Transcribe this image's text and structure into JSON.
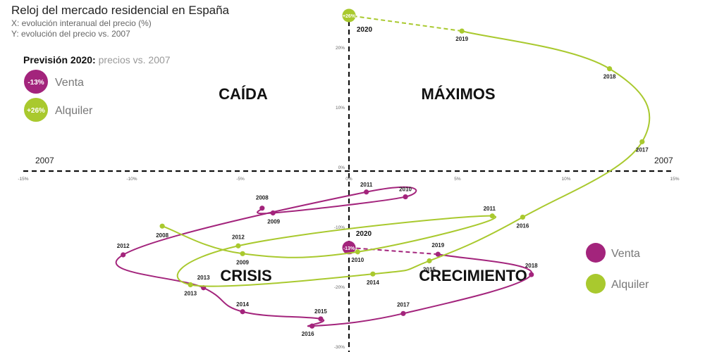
{
  "header": {
    "title": "Reloj del mercado residencial en España",
    "xaxis_desc": "X: evolución interanual del precio (%)",
    "yaxis_desc": "Y: evolución del precio vs. 2007"
  },
  "forecast": {
    "title": "Previsión 2020:",
    "subtitle": "precios vs. 2007",
    "items": [
      {
        "badge": "-13%",
        "label": "Venta",
        "color": "#a3247c"
      },
      {
        "badge": "+26%",
        "label": "Alquiler",
        "color": "#a9c92e"
      }
    ]
  },
  "legend": [
    {
      "label": "Venta",
      "color": "#a3247c"
    },
    {
      "label": "Alquiler",
      "color": "#a9c92e"
    }
  ],
  "quadrants": [
    "CAÍDA",
    "MÁXIMOS",
    "CRISIS",
    "CRECIMIENTO"
  ],
  "chart_data": {
    "type": "scatter",
    "connected": true,
    "xlabel": "evolución interanual del precio (%)",
    "ylabel": "evolución del precio vs. 2007",
    "xlim": [
      -15,
      15
    ],
    "ylim": [
      -30,
      30
    ],
    "x_ticks": [
      "-15%",
      "-10%",
      "-5%",
      "0%",
      "5%",
      "10%",
      "15%"
    ],
    "x_tick_values": [
      -15,
      -10,
      -5,
      0,
      5,
      10,
      15
    ],
    "y_ticks": [
      "-30%",
      "-20%",
      "-10%",
      "0%",
      "10%",
      "20%"
    ],
    "y_tick_values": [
      -30,
      -20,
      -10,
      0,
      10,
      20
    ],
    "baseline_labels": [
      "2007",
      "2007"
    ],
    "forecast_year": "2020",
    "series": [
      {
        "name": "Venta",
        "color": "#a3247c",
        "badge": "-13%",
        "points": [
          {
            "year": "2008",
            "x": -4.0,
            "y": -6.2
          },
          {
            "year": "2009",
            "x": -3.5,
            "y": -7.0
          },
          {
            "year": "2010",
            "x": 2.6,
            "y": -4.3
          },
          {
            "year": "2011",
            "x": 0.8,
            "y": -3.5
          },
          {
            "year": "2012",
            "x": -10.4,
            "y": -14.0
          },
          {
            "year": "2013",
            "x": -6.7,
            "y": -19.5
          },
          {
            "year": "2014",
            "x": -4.9,
            "y": -23.5
          },
          {
            "year": "2015",
            "x": -1.3,
            "y": -24.7
          },
          {
            "year": "2016",
            "x": -1.7,
            "y": -25.9
          },
          {
            "year": "2017",
            "x": 2.5,
            "y": -23.8
          },
          {
            "year": "2018",
            "x": 8.4,
            "y": -17.3
          },
          {
            "year": "2019",
            "x": 4.1,
            "y": -13.9
          }
        ],
        "forecast": {
          "year": "2020",
          "x": 0.0,
          "y": -12.8
        }
      },
      {
        "name": "Alquiler",
        "color": "#a9c92e",
        "badge": "+26%",
        "points": [
          {
            "year": "2008",
            "x": -8.6,
            "y": -9.2
          },
          {
            "year": "2009",
            "x": -4.9,
            "y": -13.8
          },
          {
            "year": "2010",
            "x": 0.4,
            "y": -13.5
          },
          {
            "year": "2011",
            "x": 6.6,
            "y": -7.5
          },
          {
            "year": "2012",
            "x": -5.1,
            "y": -12.5
          },
          {
            "year": "2013",
            "x": -7.3,
            "y": -19.0
          },
          {
            "year": "2014",
            "x": 1.1,
            "y": -17.2
          },
          {
            "year": "2015",
            "x": 3.7,
            "y": -15.0
          },
          {
            "year": "2016",
            "x": 8.0,
            "y": -7.7
          },
          {
            "year": "2017",
            "x": 13.5,
            "y": 4.9
          },
          {
            "year": "2018",
            "x": 12.0,
            "y": 17.1
          },
          {
            "year": "2019",
            "x": 5.2,
            "y": 23.4
          }
        ],
        "forecast": {
          "year": "2020",
          "x": 0.0,
          "y": 26.0
        }
      }
    ]
  }
}
